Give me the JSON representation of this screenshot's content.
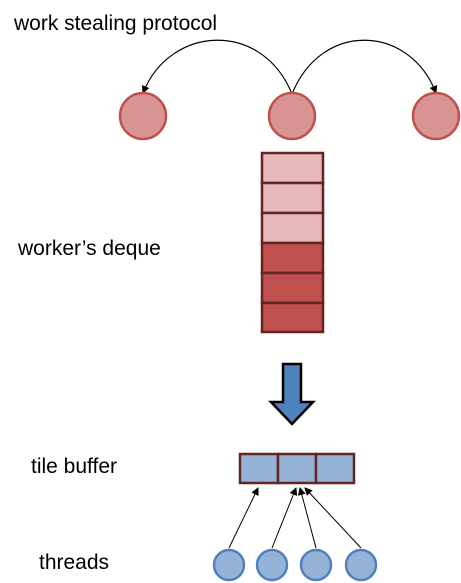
{
  "labels": {
    "title": "work stealing protocol",
    "deque": "worker’s deque",
    "buffer": "tile buffer",
    "threads": "threads"
  },
  "colors": {
    "worker_fill": "#d99594",
    "worker_stroke": "#c0504d",
    "deque_light": "#e6b9b8",
    "deque_dark": "#c0504d",
    "deque_stroke": "#632523",
    "arrow_fill": "#4f81bd",
    "arrow_stroke": "#000000",
    "buffer_fill": "#95b3d7",
    "buffer_stroke": "#632523",
    "thread_fill": "#95b3d7",
    "thread_stroke": "#4f81bd",
    "line": "#000000"
  }
}
